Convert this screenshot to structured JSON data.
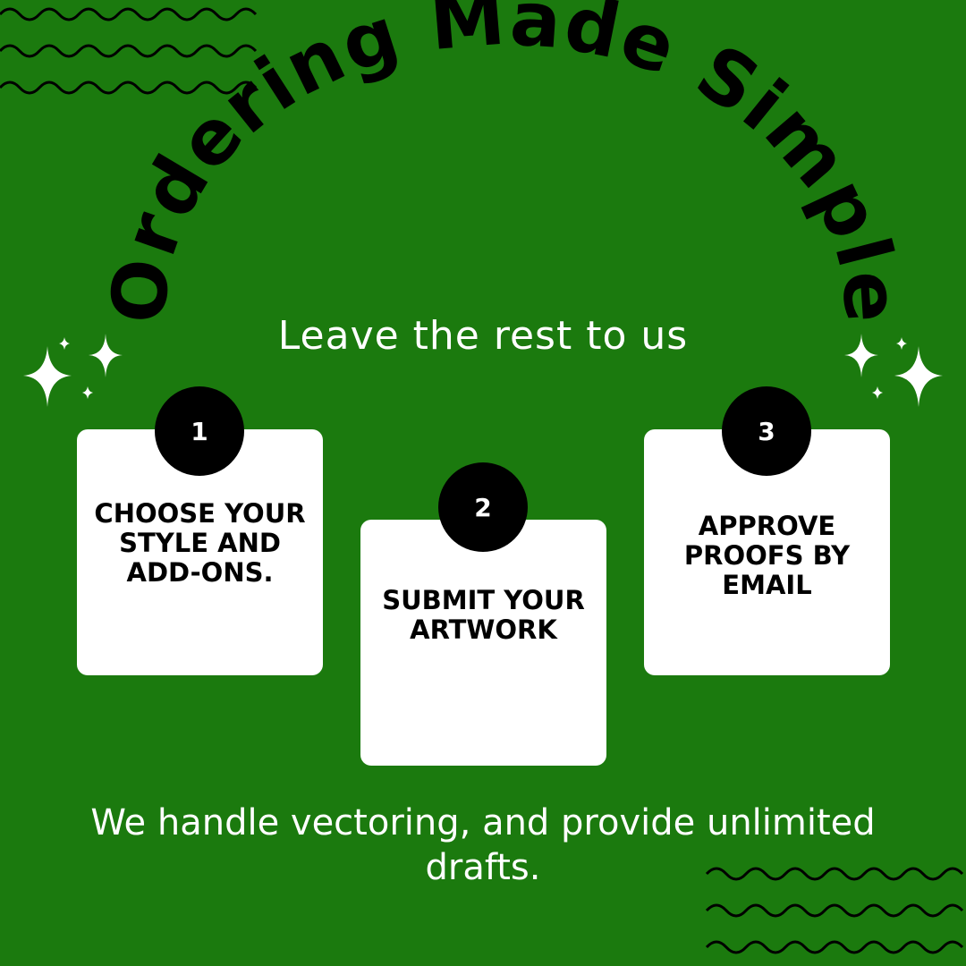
{
  "title": "Ordering Made Simple",
  "subtitle": "Leave the rest to us",
  "steps": [
    {
      "number": "1",
      "text": "CHOOSE YOUR STYLE AND ADD-ONS."
    },
    {
      "number": "2",
      "text": "SUBMIT YOUR ARTWORK"
    },
    {
      "number": "3",
      "text": "APPROVE PROOFS BY EMAIL"
    }
  ],
  "footer": "We handle vectoring, and provide unlimited drafts.",
  "colors": {
    "background": "#1b7a0e",
    "card": "#ffffff",
    "badge": "#000000",
    "title": "#000000",
    "text_light": "#ffffff"
  },
  "icons": [
    "wave-pattern-icon",
    "sparkle-icon"
  ]
}
